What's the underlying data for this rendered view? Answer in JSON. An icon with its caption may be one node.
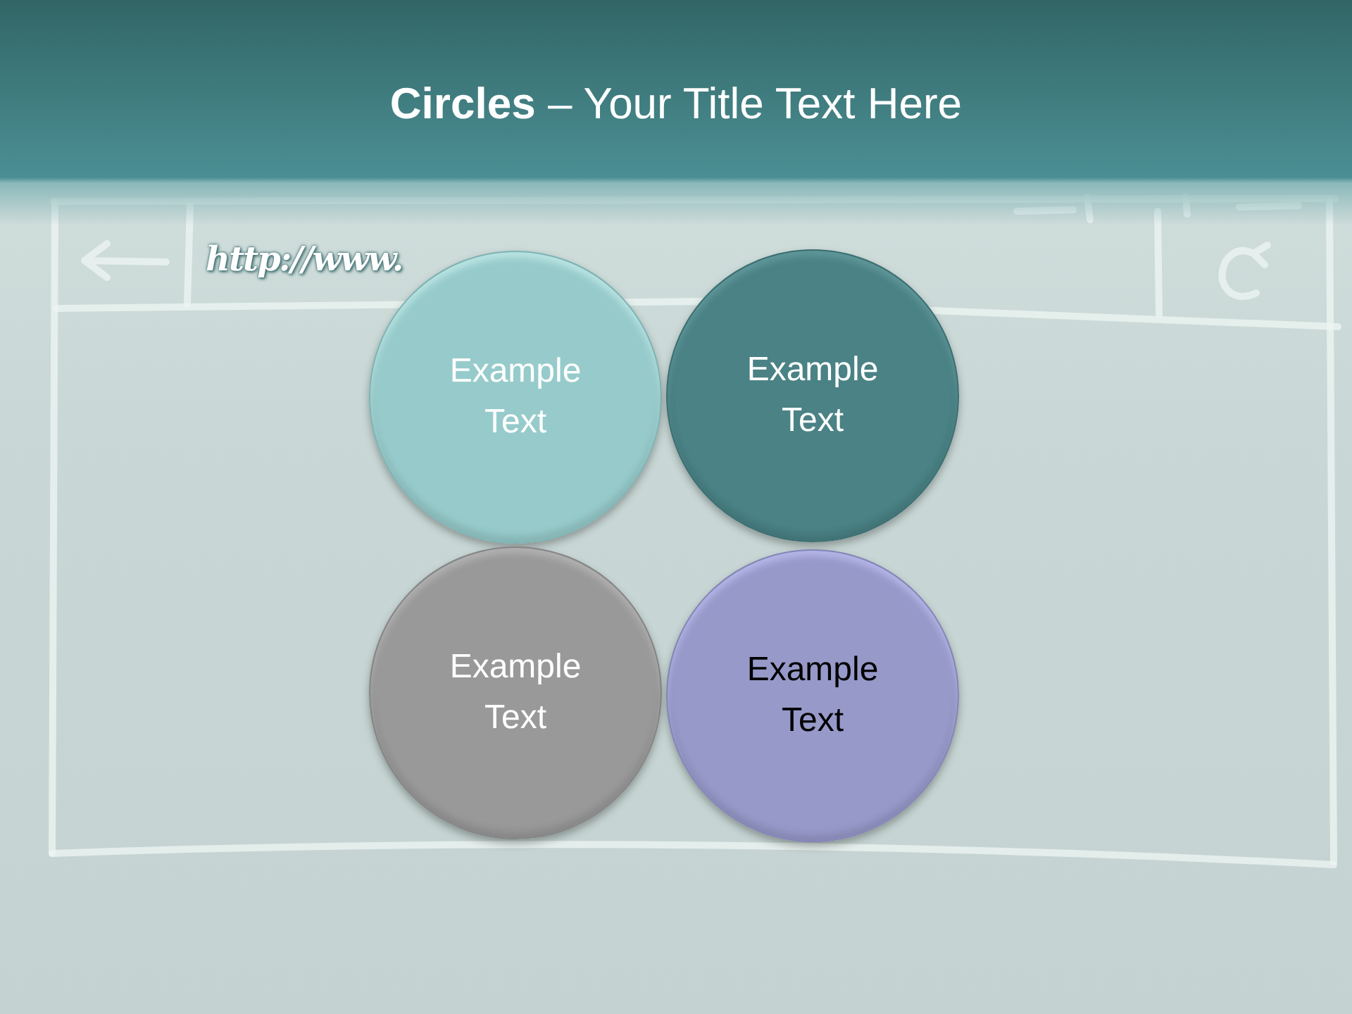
{
  "diagram": {
    "title": "**Circles** – Your Title Text Here",
    "nodes": [
      {
        "text": [
          "Example Text"
        ]
      },
      {
        "text": [
          "Example Text"
        ]
      },
      {
        "text": [
          "Example Text"
        ]
      },
      {
        "text": [
          "Example Text"
        ]
      }
    ],
    "labels": [
      "http://www."
    ]
  }
}
